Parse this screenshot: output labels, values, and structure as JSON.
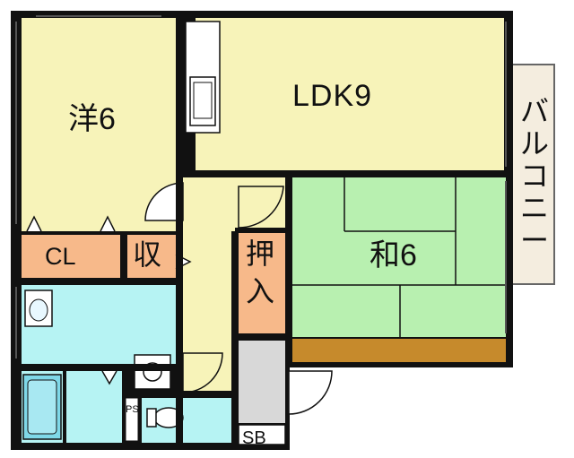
{
  "floor_plan": {
    "rooms": {
      "western_room": "洋6",
      "ldk": "LDK9",
      "japanese_room": "和6",
      "closet": "CL",
      "storage": "収",
      "oshiire": "押入",
      "shoe_box": "SB",
      "pipe_space": "PS",
      "balcony": "バルコニー"
    },
    "colors": {
      "western_room": "#f7f3b9",
      "ldk": "#f7f3b9",
      "hallway": "#f7f3b9",
      "japanese_room": "#b8f0b0",
      "storage": "#f7b98a",
      "wet_area": "#b6f3f3",
      "entrance": "#d8d8d8",
      "wall": "#111111",
      "balcony": "#f4eddf",
      "tatami_edge": "#c68a2c"
    }
  }
}
